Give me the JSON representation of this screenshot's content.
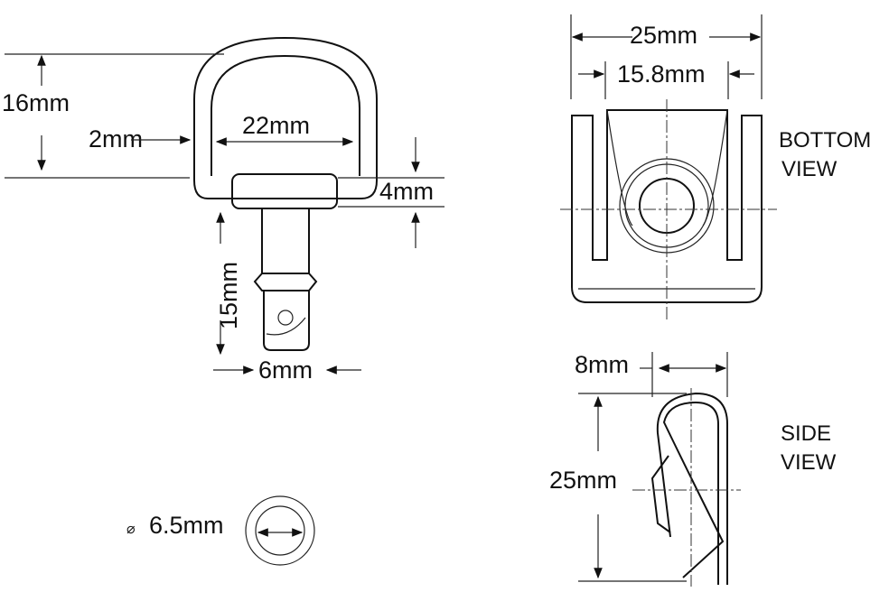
{
  "d_ring": {
    "height_label": "16mm",
    "wire_label": "2mm",
    "width_label": "22mm",
    "collar_label": "4mm",
    "stud_length_label": "15mm",
    "stud_width_label": "6mm"
  },
  "hole": {
    "diameter_symbol": "⌀",
    "diameter_label": "6.5mm"
  },
  "bottom_view": {
    "outer_width_label": "25mm",
    "inner_width_label": "15.8mm",
    "title_line1": "BOTTOM",
    "title_line2": "VIEW"
  },
  "side_view": {
    "depth_label": "8mm",
    "height_label": "25mm",
    "title_line1": "SIDE",
    "title_line2": "VIEW"
  }
}
